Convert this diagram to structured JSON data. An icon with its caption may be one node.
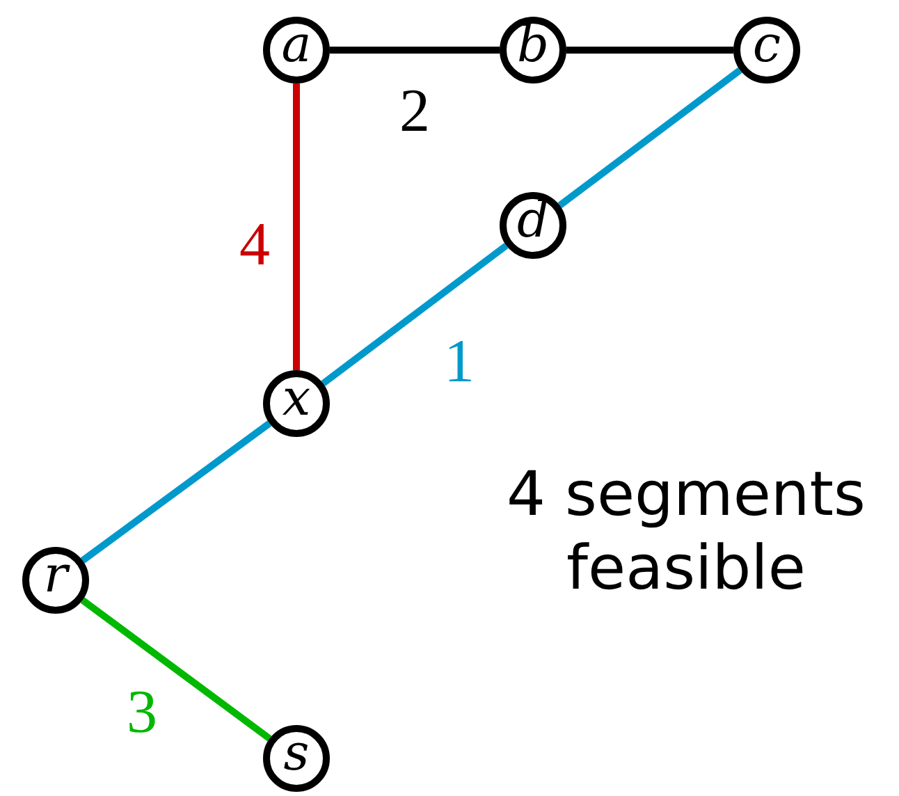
{
  "diagram": {
    "nodes": [
      {
        "text": [
          "a"
        ]
      },
      {
        "text": [
          "b"
        ]
      },
      {
        "text": [
          "c"
        ]
      },
      {
        "text": [
          "d"
        ]
      },
      {
        "text": [
          "x"
        ]
      },
      {
        "text": [
          "r"
        ]
      },
      {
        "text": [
          "s"
        ]
      }
    ],
    "edges": [
      {
        "from": 0,
        "to": 1,
        "arrow": "none",
        "label": "2",
        "color": "#000000"
      },
      {
        "from": 1,
        "to": 2,
        "arrow": "none",
        "color": "#000000"
      },
      {
        "from": 0,
        "to": 4,
        "arrow": "none",
        "label": "4",
        "color": "#cc0000"
      },
      {
        "from": 4,
        "to": 3,
        "arrow": "none",
        "label": "1",
        "color": "#0099cc"
      },
      {
        "from": 3,
        "to": 2,
        "arrow": "none",
        "color": "#0099cc"
      },
      {
        "from": 5,
        "to": 4,
        "arrow": "none",
        "color": "#0099cc"
      },
      {
        "from": 5,
        "to": 6,
        "arrow": "none",
        "label": "3",
        "color": "#00b800"
      }
    ],
    "labels": [
      "4 segments feasible"
    ]
  }
}
